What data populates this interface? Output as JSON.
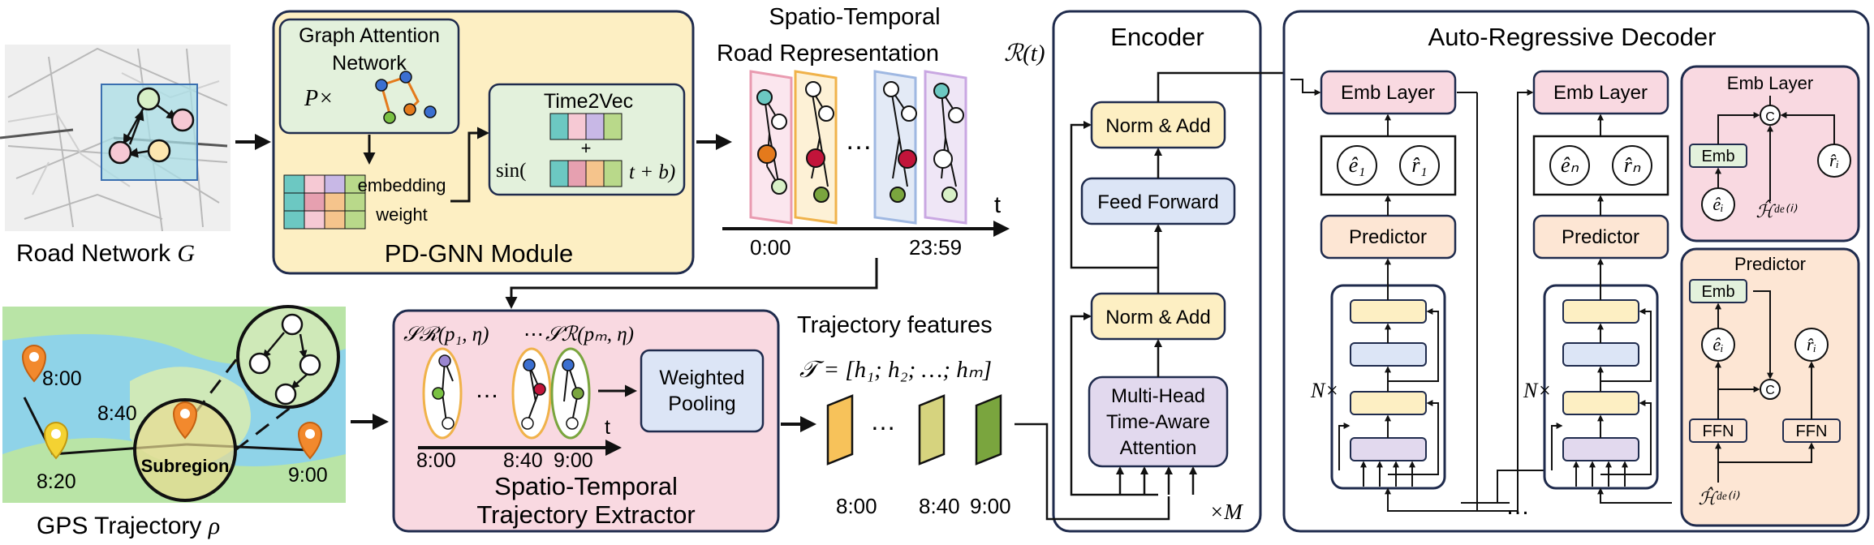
{
  "colors": {
    "pdgnn_fill": "#fdefc3",
    "time2vec_fill": "#e3f1dc",
    "extractor_fill": "#f9d9e1",
    "pooling_fill": "#dce5f6",
    "norm_fill": "#fdefc3",
    "ff_fill": "#dce5f6",
    "mha_fill": "#e2d9ee",
    "emb_fill": "#f9d9e1",
    "predictor_fill": "#fde6d4",
    "emb_small_fill": "#e3f1dc",
    "frame_border": "#1f2b4d"
  },
  "road_network": {
    "label": "Road Network",
    "symbol": "G"
  },
  "pdgnn": {
    "module_label": "PD-GNN Module",
    "gat_line1": "Graph Attention",
    "gat_line2": "Network",
    "gat_prefix": "P×",
    "embedding_line1": "embedding",
    "embedding_line2": "weight",
    "time2vec_title": "Time2Vec",
    "plus": "+",
    "sin_text": "sin(",
    "tb_text": "t + b)"
  },
  "road_representation": {
    "line1": "Spatio-Temporal",
    "line2": "Road Representation",
    "symbol": "ℛ(t)",
    "dots": "…",
    "time_start": "0:00",
    "time_end": "23:59",
    "t_label": "t"
  },
  "gps": {
    "label": "GPS Trajectory",
    "symbol": "ρ",
    "times": [
      "8:00",
      "8:40",
      "8:20",
      "9:00"
    ],
    "subregion": "Subregion"
  },
  "extractor": {
    "label_line1": "Spatio-Temporal",
    "label_line2": "Trajectory Extractor",
    "sr_first": "𝒮ℛ(p₁, η)",
    "sr_dots": "⋯",
    "sr_last": "𝒮ℛ(pₘ, η)",
    "dots": "…",
    "pooling_line1": "Weighted",
    "pooling_line2": "Pooling",
    "times": [
      "8:00",
      "8:40",
      "9:00"
    ],
    "t_label": "t"
  },
  "traj_features": {
    "title": "Trajectory features",
    "formula": "𝒯 = [h₁; h₂; …; hₘ]",
    "dots": "…",
    "times": [
      "8:00",
      "8:40",
      "9:00"
    ]
  },
  "encoder": {
    "title": "Encoder",
    "norm_add": "Norm & Add",
    "feed_forward": "Feed Forward",
    "mha_line1": "Multi-Head",
    "mha_line2": "Time-Aware",
    "mha_line3": "Attention",
    "repeat": "×M"
  },
  "decoder": {
    "title": "Auto-Regressive Decoder",
    "emb_layer": "Emb Layer",
    "predictor": "Predictor",
    "e1": "ê₁",
    "r1": "r̂₁",
    "en": "êₙ",
    "rn": "r̂ₙ",
    "repeat": "N×",
    "dots": "…"
  },
  "emb_detail": {
    "title": "Emb Layer",
    "emb": "Emb",
    "concat": "C",
    "ei": "êᵢ",
    "ri": "r̂ᵢ",
    "h_de": "ℋ̂ᵈᵉ⁽ⁱ⁾"
  },
  "predictor_detail": {
    "title": "Predictor",
    "emb": "Emb",
    "ei": "êᵢ",
    "ri": "r̂ᵢ",
    "concat": "C",
    "ffn": "FFN",
    "h_de": "ℋ̂ᵈᵉ⁽ⁱ⁾"
  }
}
